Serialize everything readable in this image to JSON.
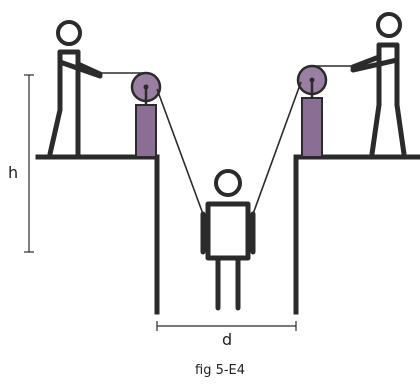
{
  "labels": {
    "height": "h",
    "distance": "d",
    "caption": "fig 5-E4"
  },
  "colors": {
    "stroke": "#2b2b2b",
    "pulley": "#9a7fa3",
    "post": "#8a6e93"
  }
}
